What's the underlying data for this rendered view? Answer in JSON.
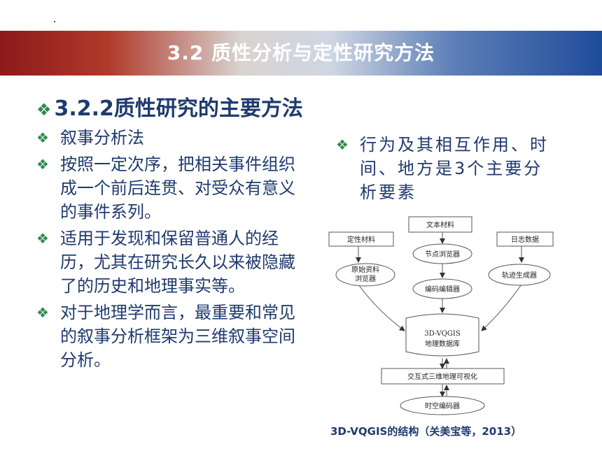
{
  "header": {
    "title": "3.2 质性分析与定性研究方法"
  },
  "section": {
    "heading": "3.2.2质性研究的主要方法"
  },
  "left_items": [
    "叙事分析法",
    "按照一定次序，把相关事件组织成一个前后连贯、对受众有意义的事件系列。",
    "适用于发现和保留普通人的经历，尤其在研究长久以来被隐藏了的历史和地理事实等。",
    "对于地理学而言，最重要和常见的叙事分析框架为三维叙事空间分析。"
  ],
  "right_item": "行为及其相互作用、时间、地方是3个主要分析要素",
  "diagram": {
    "text_material": "文本材料",
    "qualitative_material": "定性材料",
    "log_data": "日志数据",
    "node_browser": "节点浏览器",
    "raw_browser_line1": "原始资料",
    "raw_browser_line2": "浏览器",
    "trajectory_generator": "轨迹生成器",
    "coding_editor": "编码编辑器",
    "db_line1": "3D-VQGIS",
    "db_line2": "地理数据库",
    "interactive_vis": "交互式三维地理可视化",
    "spacetime_coder": "时空编码器"
  },
  "caption": "3D-VQGIS的结构（关美宝等，2013）",
  "colors": {
    "text": "#1f3a6e",
    "bullet": "#2f8a4a",
    "banner_left": "#8b1a1a",
    "banner_right": "#1f4c9a"
  }
}
